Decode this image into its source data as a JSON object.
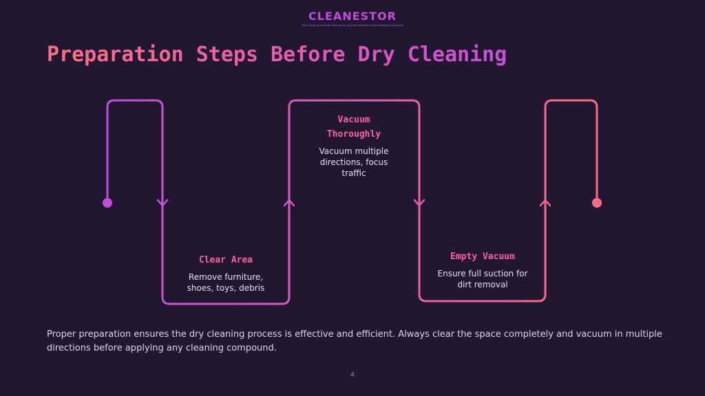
{
  "brand": {
    "name": "CLEANESTOR",
    "tagline": "The Cleaning Solution that works and the Ultimate Client-Pleasing Solutions",
    "accent_start": "#8d5bff",
    "accent_end": "#ff6b8a"
  },
  "slide": {
    "title": "Preparation Steps Before Dry Cleaning",
    "summary": "Proper preparation ensures the dry cleaning process is effective and efficient. Always clear the space completely and vacuum in multiple directions before applying any cleaning compound.",
    "page_number": "4"
  },
  "steps": [
    {
      "title": "Clear Area",
      "description": "Remove furniture, shoes, toys, debris"
    },
    {
      "title": "Vacuum Thoroughly",
      "description": "Vacuum multiple directions, focus traffic"
    },
    {
      "title": "Empty Vacuum",
      "description": "Ensure full suction for dirt removal"
    }
  ],
  "colors": {
    "background": "#221730",
    "path_start": "#c24ee0",
    "path_end": "#ff6b85",
    "step_title": "#ff5f9e"
  }
}
